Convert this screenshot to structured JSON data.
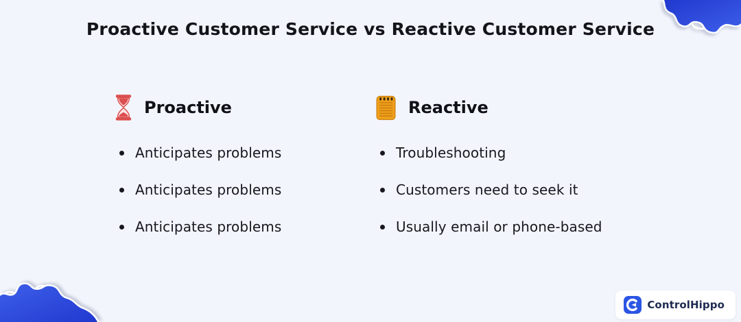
{
  "page": {
    "title": "Proactive Customer Service vs Reactive Customer Service"
  },
  "columns": [
    {
      "heading": "Proactive",
      "icon": "hourglass-icon",
      "items": [
        "Anticipates problems",
        "Anticipates problems",
        "Anticipates problems"
      ]
    },
    {
      "heading": "Reactive",
      "icon": "notepad-icon",
      "items": [
        "Troubleshooting",
        "Customers need to seek it",
        "Usually email or phone-based"
      ]
    }
  ],
  "branding": {
    "logo_text": "ControlHippo",
    "logo_icon": "controlhippo-c-arrow-icon"
  },
  "colors": {
    "background": "#f3f5fc",
    "blob_blue_light": "#3d5fe9",
    "blob_blue_dark": "#2138cf",
    "hourglass_red": "#dc4f4f",
    "notepad_orange": "#f0a11c",
    "logo_blue": "#2b55e3",
    "logo_text_navy": "#1e2b50",
    "text_dark": "#17171e"
  }
}
